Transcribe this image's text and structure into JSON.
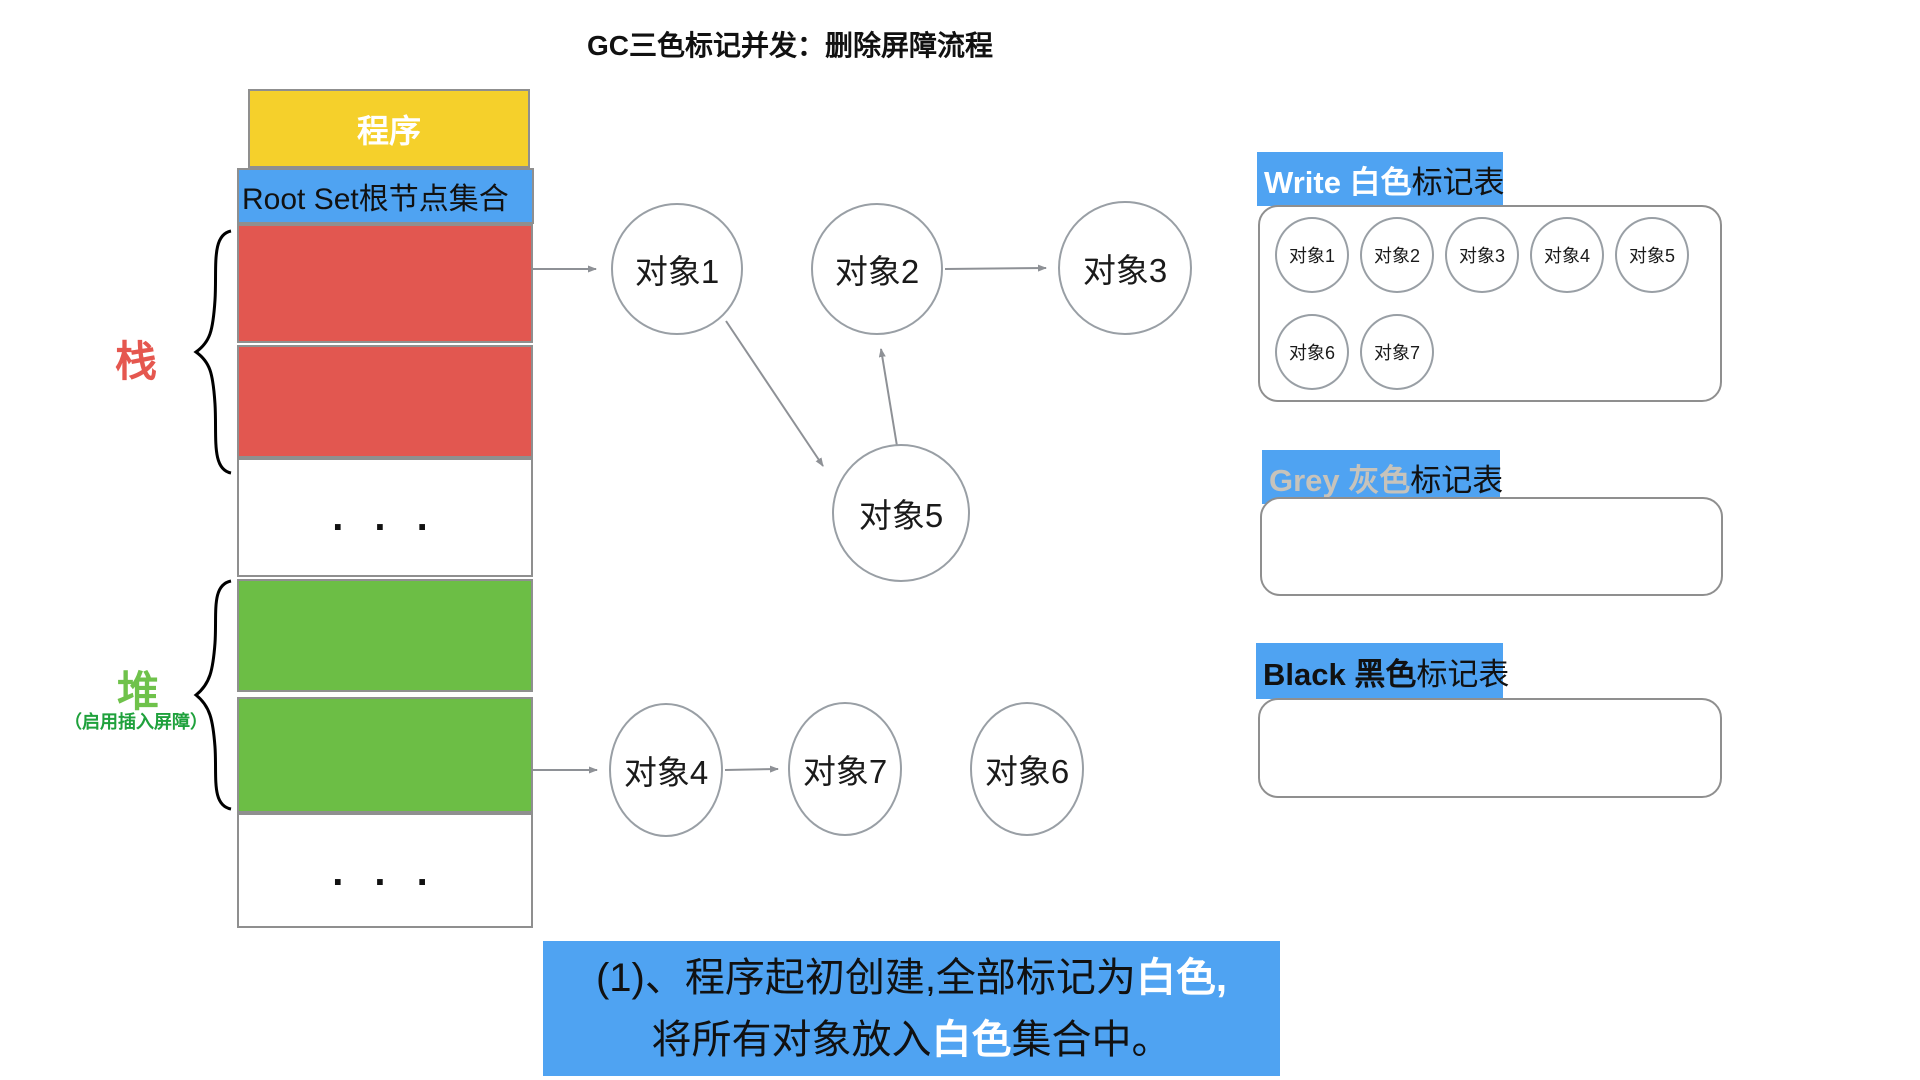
{
  "title": "GC三色标记并发：删除屏障流程",
  "memory": {
    "program_label": "程序",
    "root_set_label": "Root Set根节点集合",
    "stack_label": "栈",
    "heap_label": "堆",
    "heap_note": "（启用插入屏障）",
    "ellipsis": ". . ."
  },
  "graph": {
    "nodes": [
      {
        "label": "对象1"
      },
      {
        "label": "对象2"
      },
      {
        "label": "对象3"
      },
      {
        "label": "对象5"
      },
      {
        "label": "对象4"
      },
      {
        "label": "对象7"
      },
      {
        "label": "对象6"
      }
    ]
  },
  "tables": {
    "white": {
      "title_en": "Write 白色",
      "title_suffix": "标记表",
      "items": [
        "对象1",
        "对象2",
        "对象3",
        "对象4",
        "对象5",
        "对象6",
        "对象7"
      ]
    },
    "grey": {
      "title_en": "Grey 灰色",
      "title_suffix": "标记表"
    },
    "black": {
      "title_en": "Black 黑色",
      "title_suffix": "标记表"
    }
  },
  "caption": {
    "l1_a": "(1)、程序起初创建,全部标记为",
    "l1_b": "白色,",
    "l2_a": "将所有对象放入",
    "l2_b": "白色",
    "l2_c": "集合中。"
  },
  "colors": {
    "blue": "#4FA3F2",
    "red_block": "#E25750",
    "green_block": "#6CBE45",
    "yellow_block": "#F5D02B",
    "stack_label_text": "#E5574F",
    "heap_label_text": "#6FC24B",
    "heap_note_text": "#1FA13C",
    "grey_label_text": "#C7C3BB",
    "arrow": "#8E9196"
  }
}
